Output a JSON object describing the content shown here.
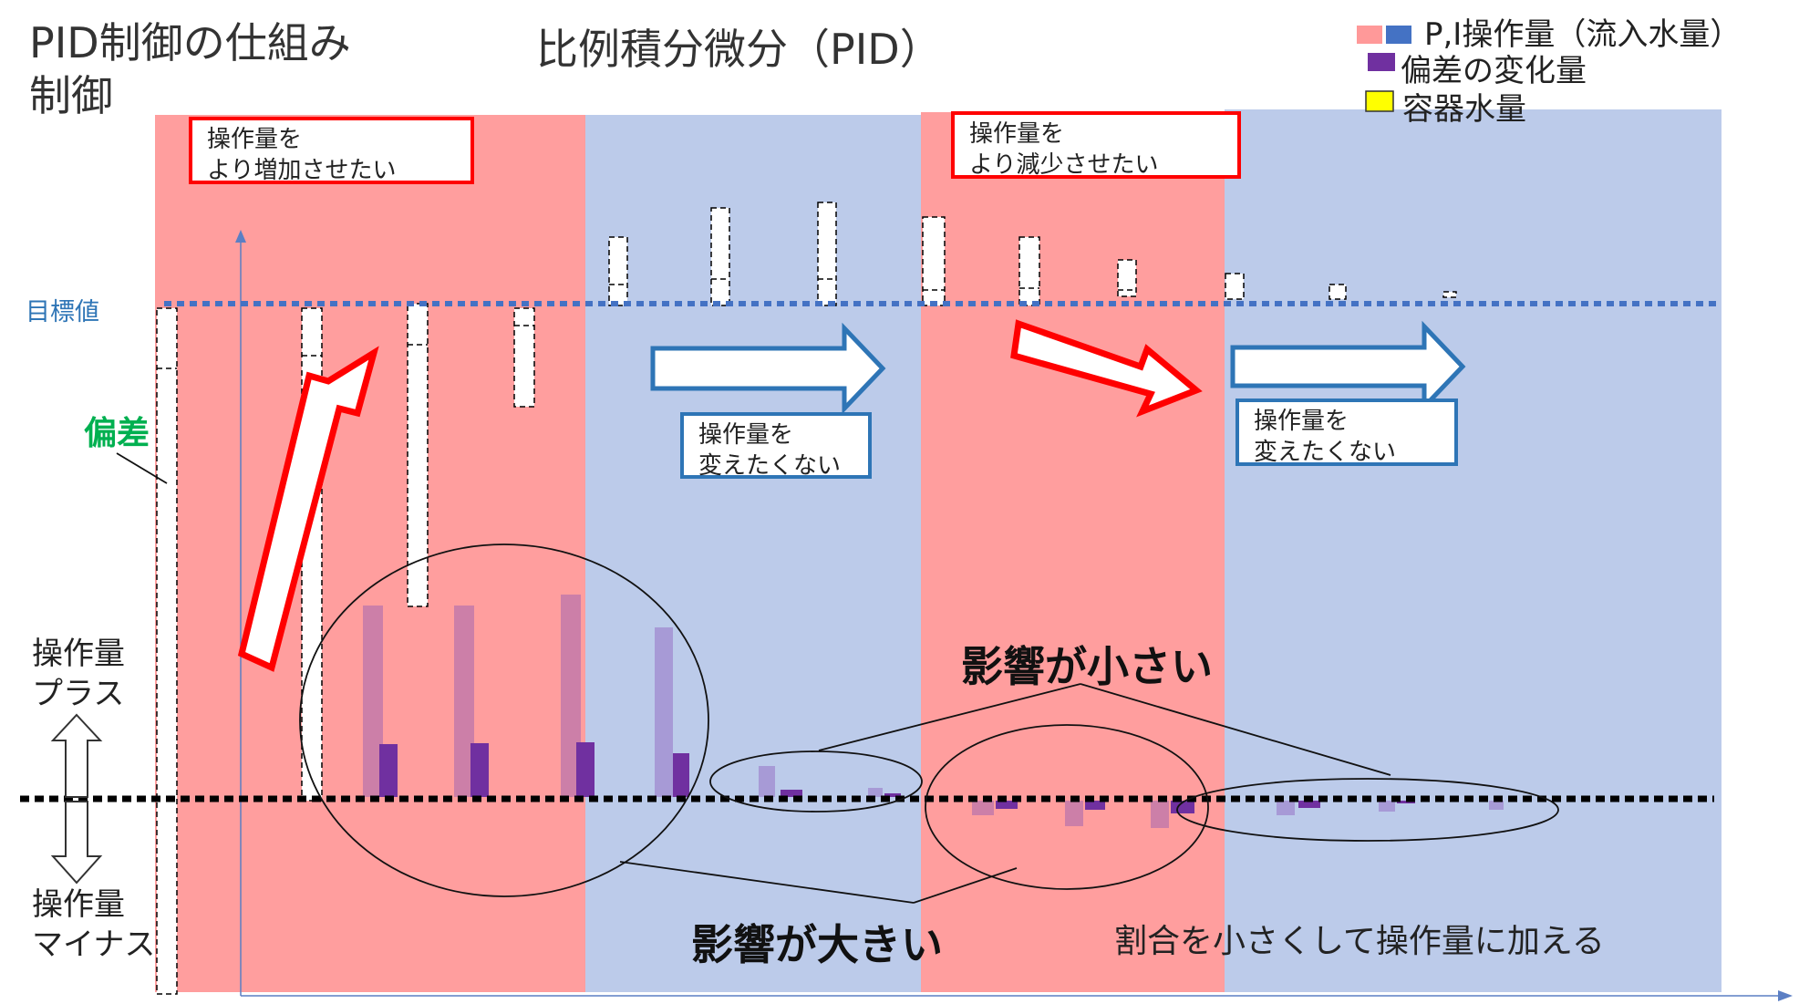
{
  "title": {
    "line1": "PID制御の仕組み",
    "line2": "制御",
    "center": "比例積分微分（PID）"
  },
  "legend": {
    "items": [
      {
        "label": "P,I操作量（流入水量）",
        "colors": [
          "#ff9999",
          "#4472c4"
        ]
      },
      {
        "label": "偏差の変化量",
        "colors": [
          "#7030a0"
        ]
      },
      {
        "label": "容器水量",
        "colors": [
          "#ffff00"
        ]
      }
    ]
  },
  "labels": {
    "target": "目標値",
    "deviation": "偏差",
    "op_plus": [
      "操作量",
      "プラス"
    ],
    "op_minus": [
      "操作量",
      "マイナス"
    ],
    "impact_small": "影響が小さい",
    "impact_large": "影響が大きい",
    "ratio_note": "割合を小さくして操作量に加える"
  },
  "notes": [
    {
      "lines": [
        "操作量を",
        "より増加させたい"
      ],
      "style": "red"
    },
    {
      "lines": [
        "操作量を",
        "より減少させたい"
      ],
      "style": "red"
    },
    {
      "lines": [
        "操作量を",
        "変えたくない"
      ],
      "style": "blue"
    },
    {
      "lines": [
        "操作量を",
        "変えたくない"
      ],
      "style": "blue"
    }
  ],
  "colors": {
    "zone_increase": "#ff9e9e",
    "zone_steady": "#bccbea",
    "target_line": "#4472c4",
    "zero_line": "#000000",
    "pi_bar": "#cc7fa8",
    "pi_bar_steady": "#a79ad6",
    "deriv_bar": "#7030a0",
    "red_arrow": "#ff0000",
    "blue_arrow": "#2e75b6"
  }
}
